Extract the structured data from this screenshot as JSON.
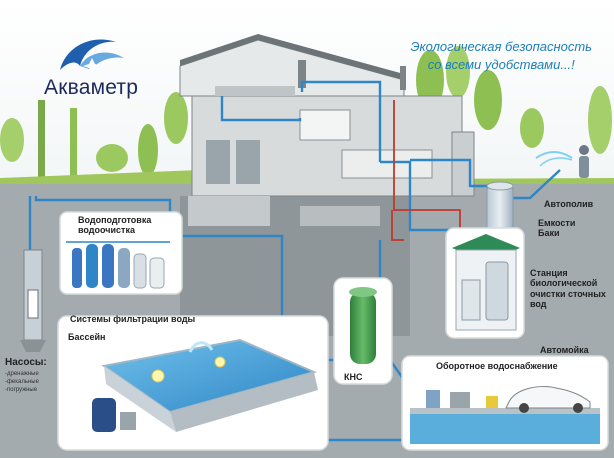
{
  "brand": {
    "name": "Акваметр"
  },
  "slogan": {
    "line1": "Экологическая безопасность",
    "line2": "со всеми удобствами...!"
  },
  "labels": {
    "water_treatment_1": "Водоподготовка",
    "water_treatment_2": "водоочистка",
    "filtration": "Системы фильтрации воды",
    "pool": "Бассейн",
    "pumps_title": "Насосы:",
    "pumps_items": [
      "-дренажные",
      "-фекальные",
      "-погружные"
    ],
    "kns": "КНС",
    "autowatering": "Автополив",
    "tanks_1": "Емкости",
    "tanks_2": "Баки",
    "bio_1": "Станция",
    "bio_2": "биологической",
    "bio_3": "очистки сточных",
    "bio_4": "вод",
    "carwash": "Автомойка",
    "recycling": "Оборотное водоснабжение"
  },
  "colors": {
    "pipe_blue": "#2f86c6",
    "pipe_red": "#c0392b",
    "ground_dark": "#8f9699",
    "ground_mid": "#a9b0b3",
    "grass": "#9fc75c",
    "tree": "#7cb342",
    "kns_green": "#3e9a4a",
    "bio_green": "#2e8b57",
    "water": "#4fa6d8",
    "slogan": "#1d7fb8",
    "brand": "#1c2a5a"
  }
}
